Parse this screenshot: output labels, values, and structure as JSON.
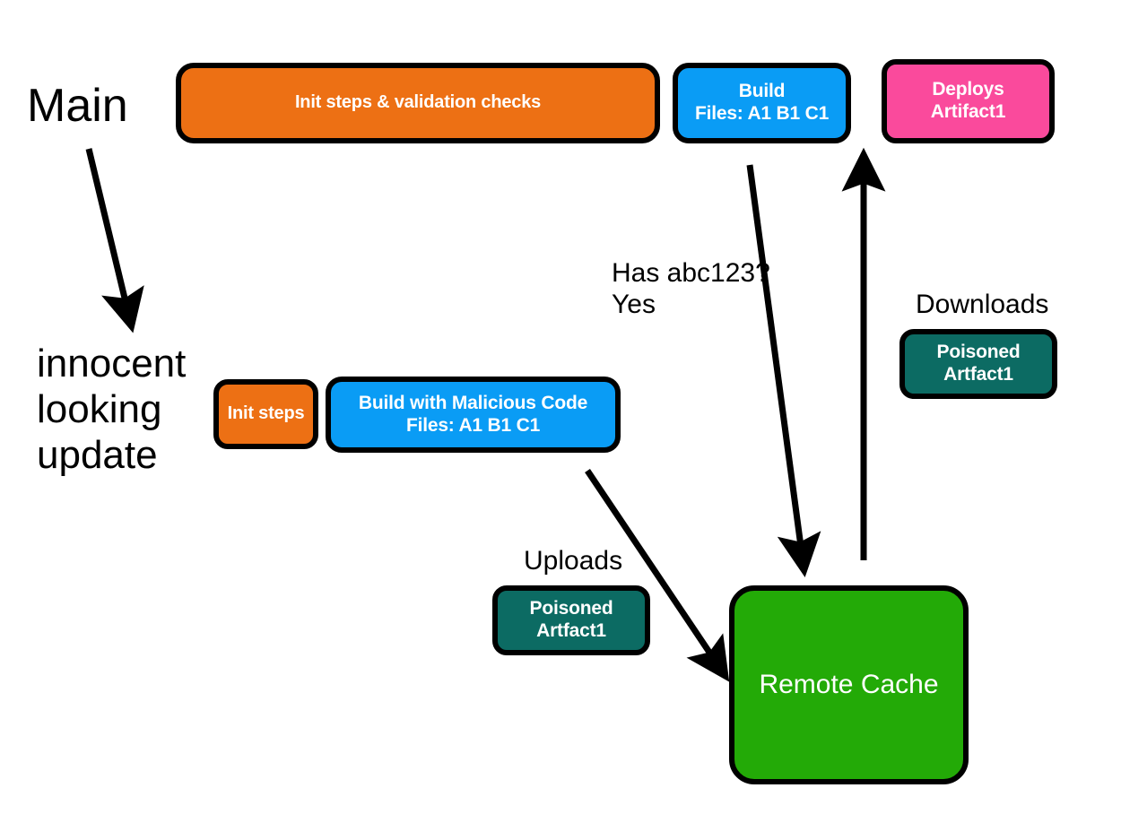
{
  "diagram": {
    "title": "Remote cache poisoning via malicious build",
    "background": "#ffffff",
    "colors": {
      "orange": "#ED7014",
      "blue": "#0A9CF5",
      "pink": "#FA4A9C",
      "teal": "#0C6B63",
      "green": "#23AA07",
      "outline": "#000000",
      "text_on_node": "#ffffff",
      "text_plain": "#000000"
    }
  },
  "labels": {
    "main": "Main",
    "innocent_update": "innocent\nlooking\nupdate",
    "has_abc123": "Has abc123?\nYes",
    "downloads": "Downloads",
    "uploads": "Uploads"
  },
  "nodes": {
    "init_validation": {
      "line1": "Init steps & validation checks",
      "color": "#ED7014"
    },
    "build_main": {
      "line1": "Build",
      "line2": "Files: A1  B1  C1",
      "color": "#0A9CF5"
    },
    "deploys_artifact": {
      "line1": "Deploys",
      "line2": "Artifact1",
      "color": "#FA4A9C"
    },
    "init_steps": {
      "line1": "Init steps",
      "color": "#ED7014"
    },
    "build_malicious": {
      "line1": "Build with Malicious Code",
      "line2": "Files: A1  B1  C1",
      "color": "#0A9CF5"
    },
    "poisoned_download": {
      "line1": "Poisoned",
      "line2": "Artfact1",
      "color": "#0C6B63"
    },
    "poisoned_upload": {
      "line1": "Poisoned",
      "line2": "Artfact1",
      "color": "#0C6B63"
    },
    "remote_cache": {
      "line1": "Remote Cache",
      "color": "#23AA07"
    }
  },
  "arrows": [
    {
      "name": "main-to-update-arrow",
      "from": "Main branch label",
      "to": "innocent looking update label"
    },
    {
      "name": "cache-lookup-arrow",
      "from": "Build Files: A1 B1 C1",
      "to": "Remote Cache",
      "label": "Has abc123? Yes"
    },
    {
      "name": "cache-download-arrow",
      "from": "Remote Cache",
      "to": "Deploys Artifact1",
      "label": "Downloads"
    },
    {
      "name": "cache-upload-arrow",
      "from": "Build with Malicious Code",
      "to": "Remote Cache",
      "label": "Uploads"
    }
  ]
}
